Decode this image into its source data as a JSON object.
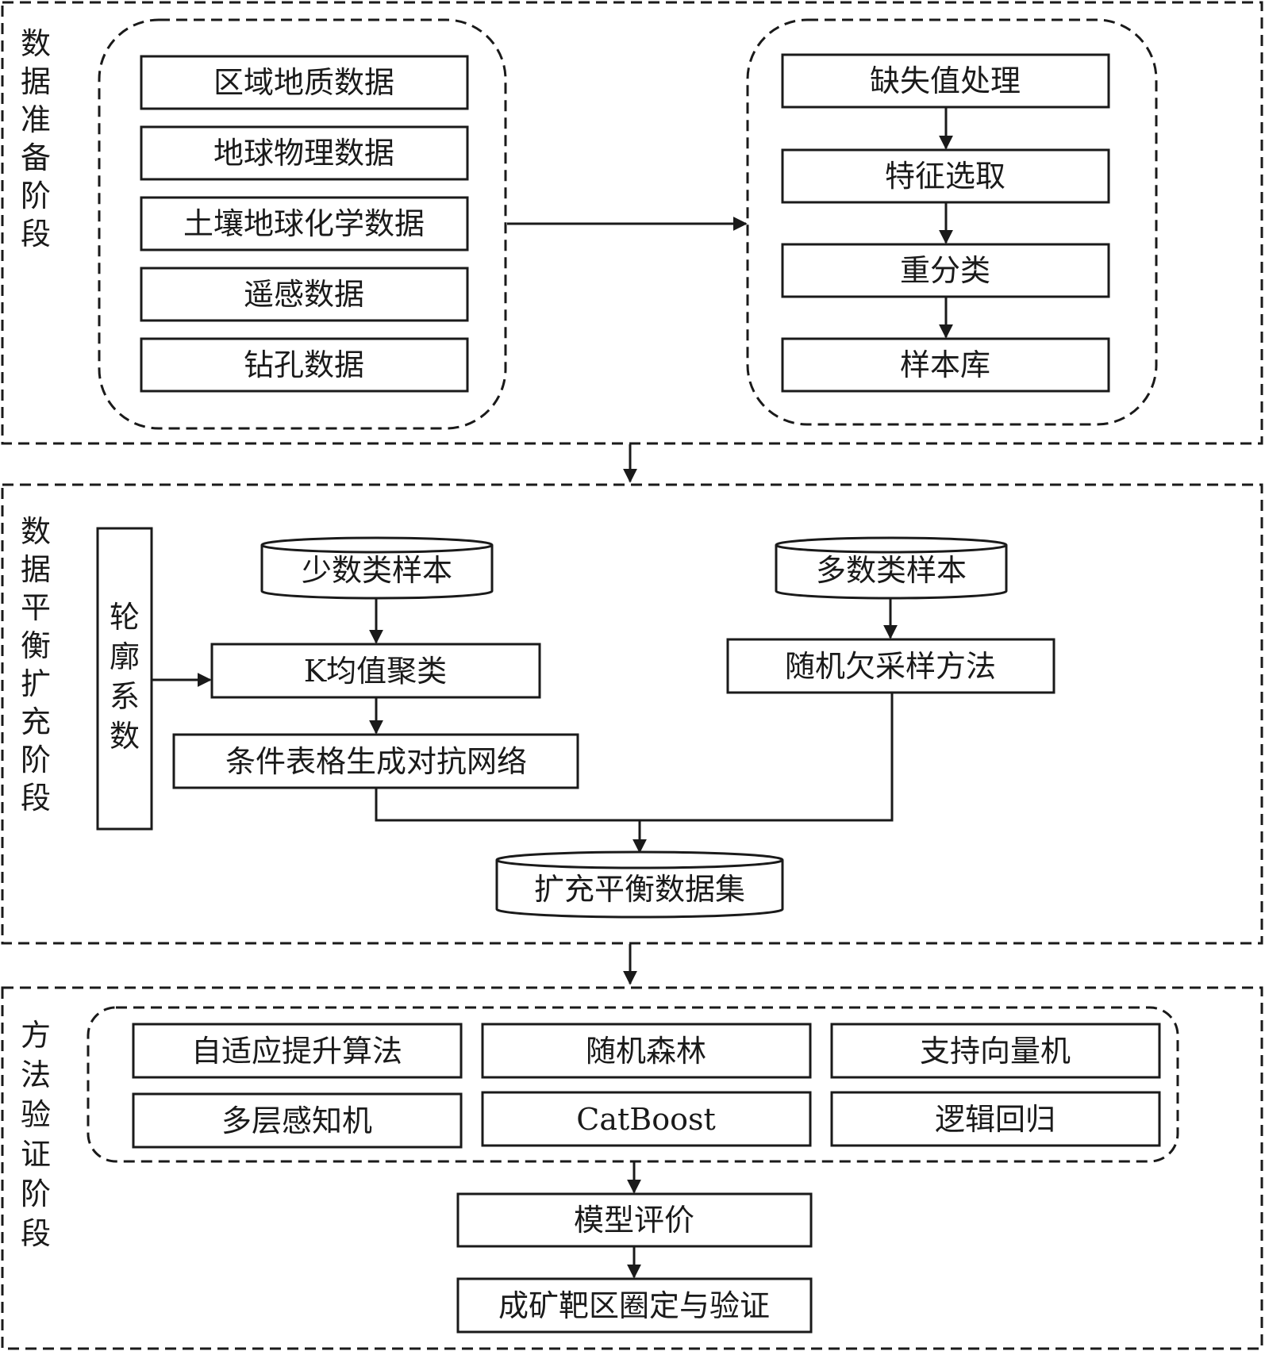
{
  "stage_labels": {
    "prep": "数据准备阶段",
    "balance": "数据平衡扩充阶段",
    "verify": "方法验证阶段"
  },
  "prep": {
    "sources": [
      "区域地质数据",
      "地球物理数据",
      "土壤地球化学数据",
      "遥感数据",
      "钻孔数据"
    ],
    "pipeline": [
      "缺失值处理",
      "特征选取",
      "重分类",
      "样本库"
    ]
  },
  "balance": {
    "silhouette": "轮廓系数",
    "minority": "少数类样本",
    "kmeans": "K均值聚类",
    "ctgan": "条件表格生成对抗网络",
    "majority": "多数类样本",
    "undersample": "随机欠采样方法",
    "dataset": "扩充平衡数据集"
  },
  "verify": {
    "models": [
      "自适应提升算法",
      "随机森林",
      "支持向量机",
      "多层感知机",
      "CatBoost",
      "逻辑回归"
    ],
    "evaluation": "模型评价",
    "target": "成矿靶区圈定与验证"
  }
}
